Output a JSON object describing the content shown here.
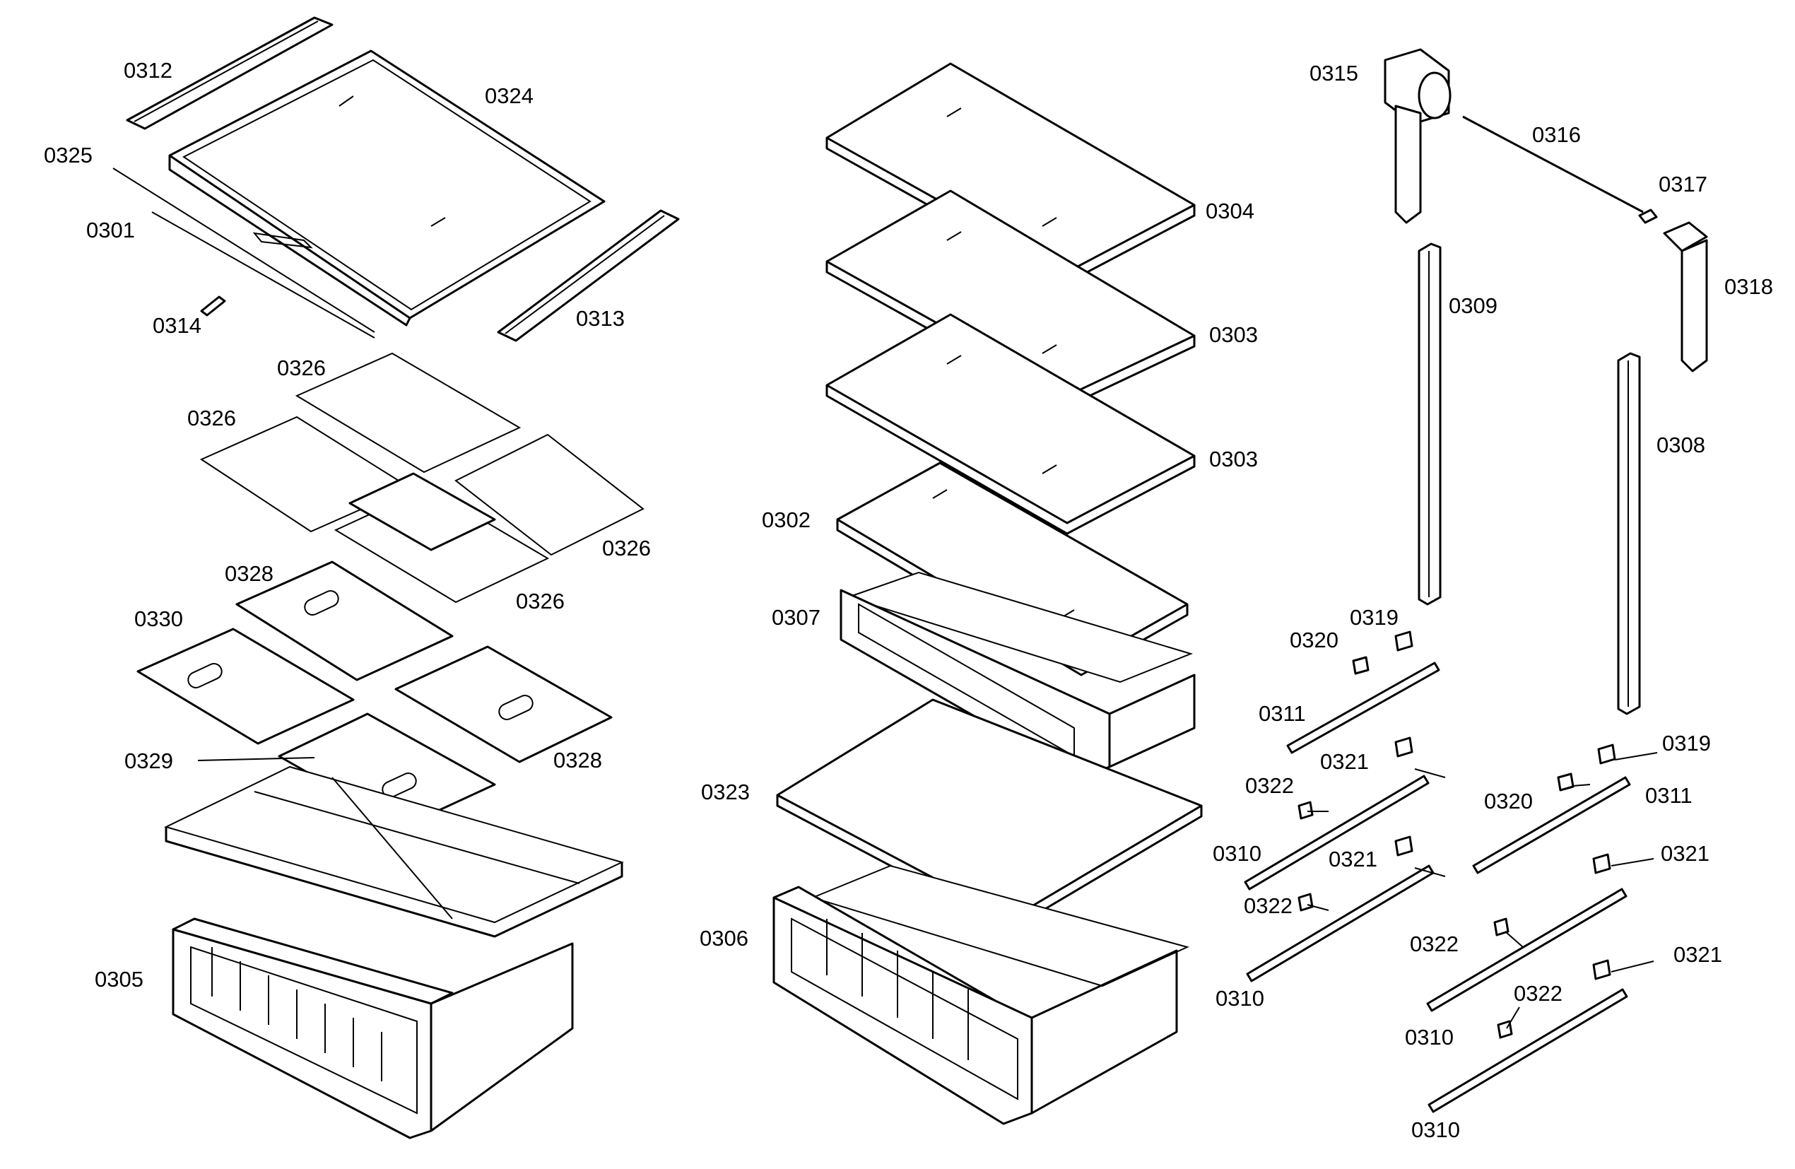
{
  "callouts": {
    "c0312": "0312",
    "c0324": "0324",
    "c0325": "0325",
    "c0301": "0301",
    "c0314": "0314",
    "c0313": "0313",
    "c0326a": "0326",
    "c0326b": "0326",
    "c0326c": "0326",
    "c0326d": "0326",
    "c0328a": "0328",
    "c0330": "0330",
    "c0329": "0329",
    "c0328b": "0328",
    "c0305": "0305",
    "c0304": "0304",
    "c0303a": "0303",
    "c0303b": "0303",
    "c0302": "0302",
    "c0307": "0307",
    "c0323": "0323",
    "c0306": "0306",
    "c0315": "0315",
    "c0316": "0316",
    "c0317": "0317",
    "c0318": "0318",
    "c0309": "0309",
    "c0308": "0308",
    "c0319a": "0319",
    "c0320a": "0320",
    "c0311a": "0311",
    "c0321a": "0321",
    "c0322a": "0322",
    "c0310a": "0310",
    "c0321b": "0321",
    "c0322b": "0322",
    "c0310b": "0310",
    "c0319b": "0319",
    "c0320b": "0320",
    "c0311b": "0311",
    "c0321c": "0321",
    "c0322c": "0322",
    "c0310c": "0310",
    "c0321d": "0321",
    "c0322d": "0322",
    "c0310d": "0310"
  }
}
